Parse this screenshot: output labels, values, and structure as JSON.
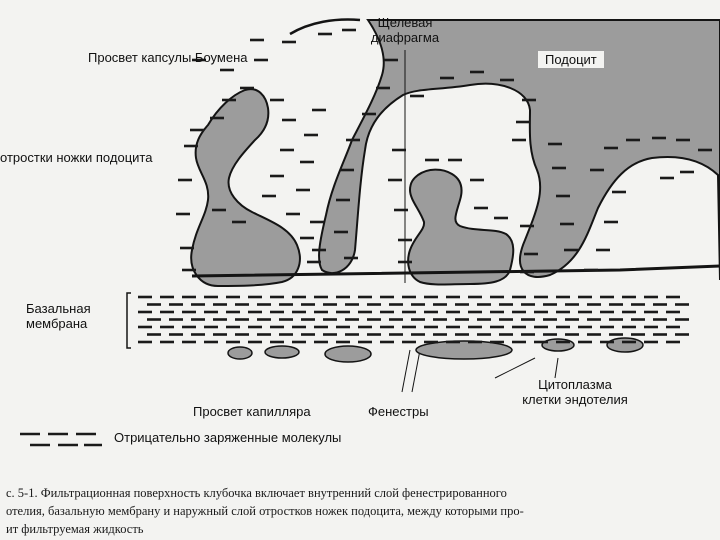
{
  "labels": {
    "bowman_lumen": "Просвет капсулы Боумена",
    "slit_diaphragm_1": "Щелевая",
    "slit_diaphragm_2": "диафрагма",
    "podocyte": "Подоцит",
    "foot_processes": "отростки ножки подоцита",
    "basal_membrane_1": "Базальная",
    "basal_membrane_2": "мембрана",
    "capillary_lumen": "Просвет капилляра",
    "fenestrae": "Фенестры",
    "endothelial_cytoplasm_1": "Цитоплазма",
    "endothelial_cytoplasm_2": "клетки эндотелия",
    "negative_molecules": "Отрицательно заряженные молекулы"
  },
  "caption": {
    "line1": "с. 5-1. Фильтрационная поверхность клубочка включает внутренний слой фенестрированного",
    "line2": "отелия, базальную мембрану и наружный слой отростков ножек подоцита, между которыми про-",
    "line3": "ит фильтруемая жидкость"
  },
  "colors": {
    "cell_fill": "#9c9c9c",
    "outline": "#141414",
    "paper": "#f3f3f1",
    "text": "#111111"
  }
}
